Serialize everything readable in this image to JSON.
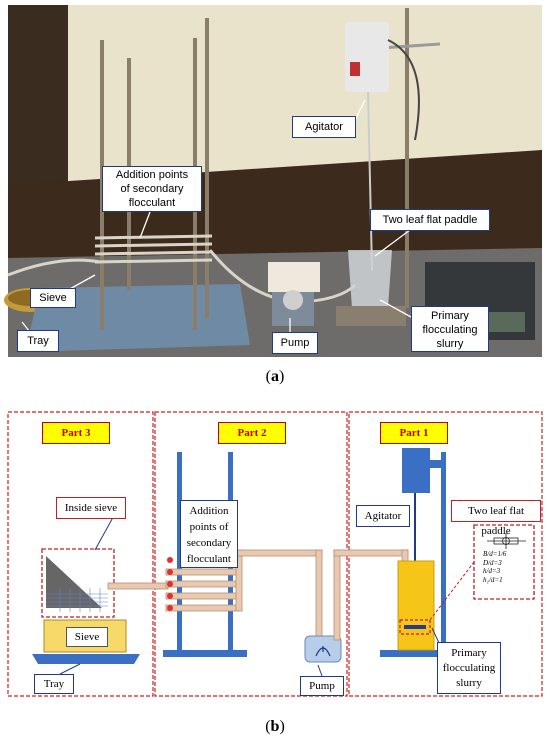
{
  "panel_a": {
    "caption_open": "(",
    "caption_letter": "a",
    "caption_close": ")",
    "labels": {
      "agitator": "Agitator",
      "addition_line1": "Addition points",
      "addition_line2": "of secondary",
      "addition_line3": "flocculant",
      "paddle": "Two leaf flat paddle",
      "sieve": "Sieve",
      "tray": "Tray",
      "pump": "Pump",
      "slurry_line1": "Primary",
      "slurry_line2": "flocculating",
      "slurry_line3": "slurry"
    }
  },
  "panel_b": {
    "caption_open": "(",
    "caption_letter": "b",
    "caption_close": ")",
    "parts": [
      "Part 3",
      "Part 2",
      "Part 1"
    ],
    "labels": {
      "inside_sieve": "Inside sieve",
      "sieve": "Sieve",
      "tray": "Tray",
      "addition_line1": "Addition",
      "addition_line2": "points of",
      "addition_line3": "secondary",
      "addition_line4": "flocculant",
      "pump": "Pump",
      "agitator": "Agitator",
      "paddle": "Two leaf flat paddle",
      "slurry_line1": "Primary",
      "slurry_line2": "flocculating",
      "slurry_line3": "slurry"
    },
    "ratios": [
      "B/d=1/6",
      "D/d=3",
      "h/d=3",
      "h₁/d=1"
    ]
  },
  "colors": {
    "part_border": "#d02020",
    "part_title_bg": "#ffff00",
    "part_title_text": "#c00000",
    "label_border": "#203a8a",
    "frame_blue": "#3a6fc4",
    "pipe": "#e8c8b0",
    "sieve_fill": "#f7d96a",
    "slurry_fill": "#f5c518"
  }
}
